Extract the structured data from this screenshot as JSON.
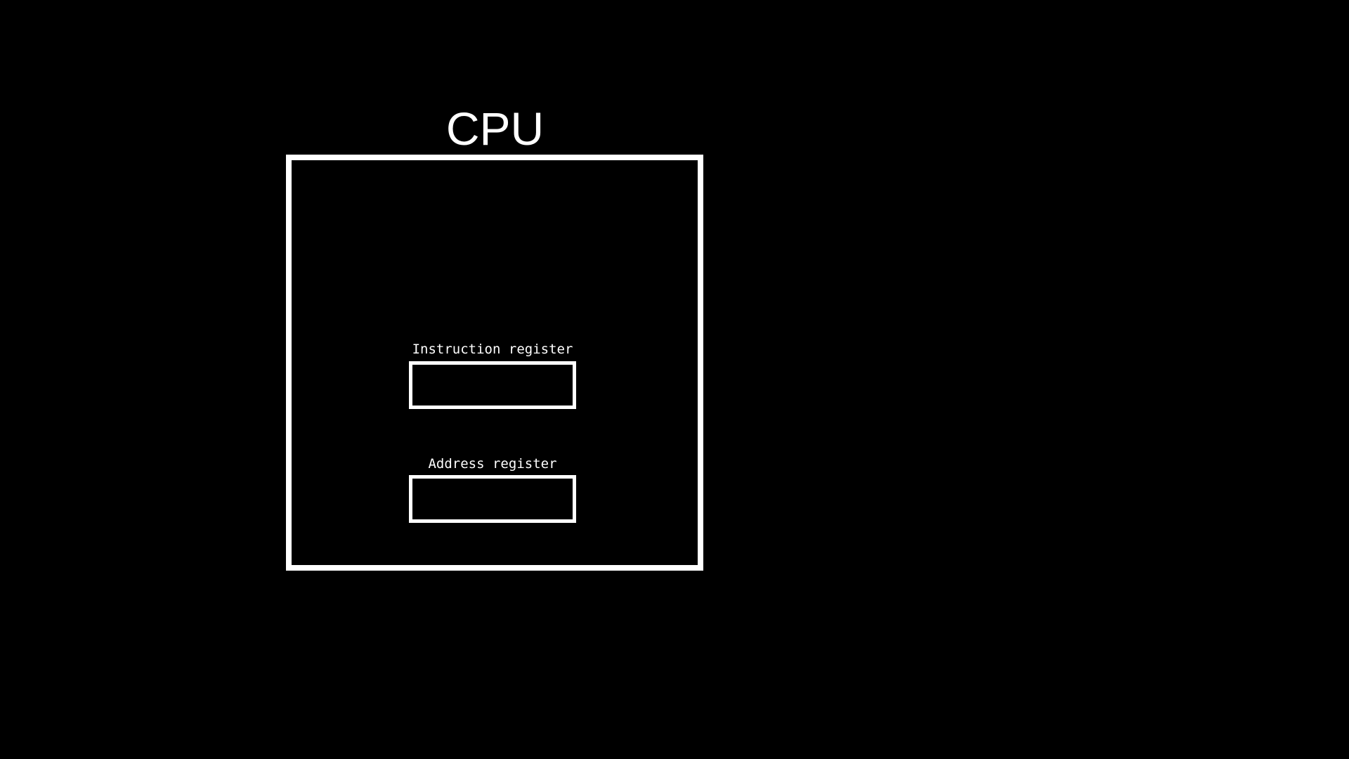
{
  "diagram": {
    "title": "CPU",
    "registers": [
      {
        "label": "Instruction register",
        "value": ""
      },
      {
        "label": "Address register",
        "value": ""
      }
    ]
  },
  "colors": {
    "background": "#000000",
    "foreground": "#ffffff"
  }
}
